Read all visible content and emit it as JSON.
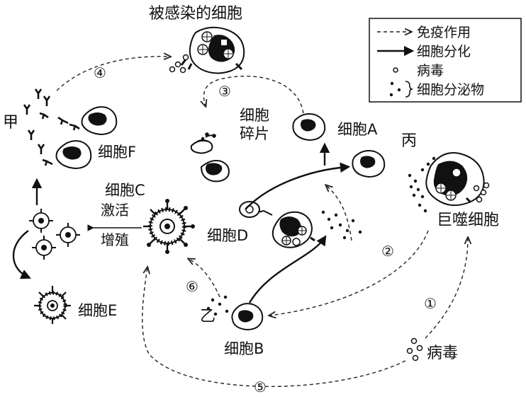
{
  "labels": {
    "infected_cell": "被感染的细胞",
    "jia": "甲",
    "cell_f": "细胞F",
    "cell_fragment_1": "细胞",
    "cell_fragment_2": "碎片",
    "cell_a": "细胞A",
    "bing": "丙",
    "cell_c": "细胞C",
    "activate": "激活",
    "proliferate": "增殖",
    "cell_d": "细胞D",
    "macrophage": "巨噬细胞",
    "cell_e": "细胞E",
    "yi": "乙",
    "cell_b": "细胞B",
    "virus": "病毒"
  },
  "numbers": {
    "n1": "①",
    "n2": "②",
    "n3": "③",
    "n4": "④",
    "n5": "⑤",
    "n6": "⑥"
  },
  "legend": {
    "immune_action": "免疫作用",
    "differentiation": "细胞分化",
    "virus": "病毒",
    "secretion": "细胞分泌物"
  }
}
